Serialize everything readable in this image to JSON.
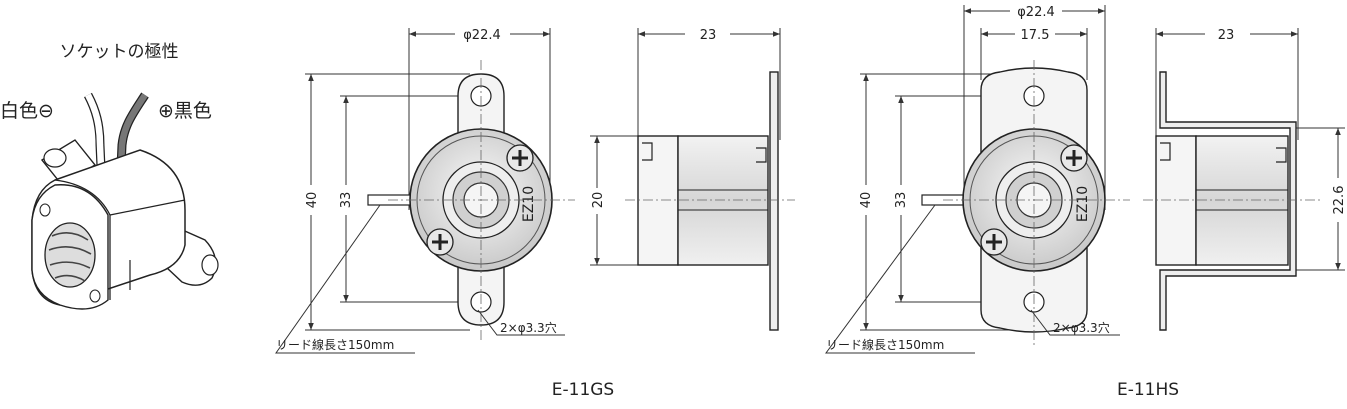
{
  "polarity": {
    "title": "ソケットの極性",
    "negative_label": "白色⊖",
    "positive_label": "⊕黒色"
  },
  "gs": {
    "top_dim": "φ22.4",
    "height_dim": "40",
    "inner_dim": "33",
    "marking": "EZ10",
    "hole_label": "2×φ3.3穴",
    "lead_label": "リード線長さ150mm",
    "side_width_dim": "23",
    "side_height_dim": "20",
    "model": "E-11GS"
  },
  "hs": {
    "top_dim": "φ22.4",
    "inner_top_dim": "17.5",
    "height_dim": "40",
    "inner_dim": "33",
    "marking": "EZ10",
    "hole_label": "2×φ3.3穴",
    "lead_label": "リード線長さ150mm",
    "side_width_dim": "23",
    "side_height_dim": "22.6",
    "model": "E-11HS"
  }
}
